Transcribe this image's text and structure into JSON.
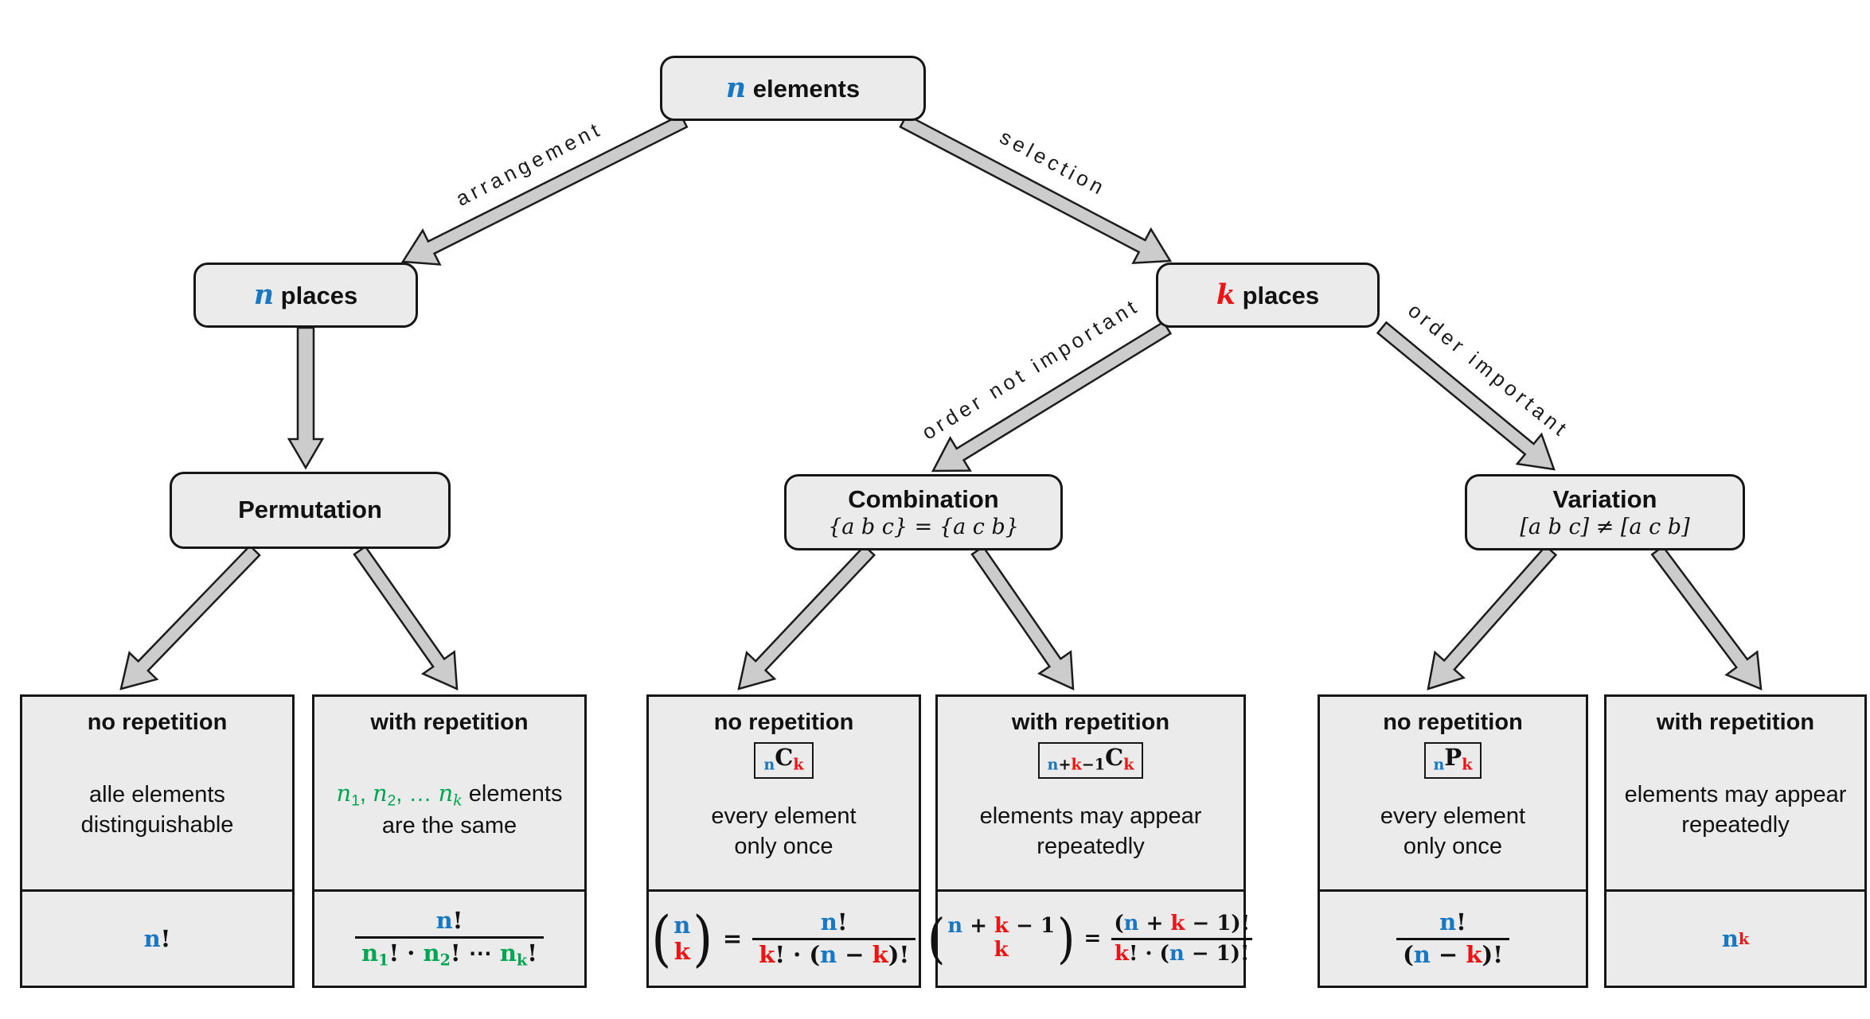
{
  "colors": {
    "blue": "#1978c3",
    "red": "#ee1414",
    "green": "#00a651",
    "box_fill": "#ebebeb",
    "border": "#161616",
    "arrow_fill": "#cccccc",
    "arrow_stroke": "#1c1c1c"
  },
  "nodes": {
    "root": {
      "tokens": [
        {
          "t": "n",
          "c": "blue",
          "v": true
        },
        {
          "t": " elements"
        }
      ]
    },
    "n_places": {
      "tokens": [
        {
          "t": "n",
          "c": "blue",
          "v": true
        },
        {
          "t": " places"
        }
      ]
    },
    "k_places": {
      "tokens": [
        {
          "t": "k",
          "c": "red",
          "v": true
        },
        {
          "t": " places"
        }
      ]
    },
    "permutation": {
      "title": "Permutation"
    },
    "combination": {
      "title": "Combination",
      "subtitle": "{a b c} = {a c b}"
    },
    "variation": {
      "title": "Variation",
      "subtitle": "[a b c] ≠ [a c b]"
    }
  },
  "edges": {
    "arrangement": "arrangement",
    "selection": "selection",
    "order_not_important": "order not important",
    "order_important": "order important"
  },
  "leaves": [
    {
      "id": "permutation-no-repetition",
      "heading": "no repetition",
      "desc": [
        [
          {
            "t": "alle elements"
          }
        ],
        [
          {
            "t": "distinguishable"
          }
        ]
      ],
      "formula": {
        "kind": "tokens",
        "tokens": [
          {
            "t": "n",
            "c": "blue",
            "v": true
          },
          {
            "t": "!"
          }
        ]
      }
    },
    {
      "id": "permutation-with-repetition",
      "heading": "with repetition",
      "desc": [
        [
          {
            "t": "n",
            "c": "green",
            "v": true
          },
          {
            "t": "1",
            "c": "green",
            "sub": true
          },
          {
            "t": ", ",
            "c": "green"
          },
          {
            "t": "n",
            "c": "green",
            "v": true
          },
          {
            "t": "2",
            "c": "green",
            "sub": true
          },
          {
            "t": ", … ",
            "c": "green"
          },
          {
            "t": "n",
            "c": "green",
            "v": true
          },
          {
            "t": "k",
            "c": "green",
            "sub": true,
            "v": true
          },
          {
            "t": " elements"
          }
        ],
        [
          {
            "t": "are the same"
          }
        ]
      ],
      "formula": {
        "kind": "frac",
        "num": [
          {
            "t": "n",
            "c": "blue",
            "v": true
          },
          {
            "t": "!"
          }
        ],
        "den": [
          {
            "t": "n",
            "c": "green",
            "v": true
          },
          {
            "t": "1",
            "c": "green",
            "sub": true
          },
          {
            "t": "! · "
          },
          {
            "t": "n",
            "c": "green",
            "v": true
          },
          {
            "t": "2",
            "c": "green",
            "sub": true
          },
          {
            "t": "! ⋯ "
          },
          {
            "t": "n",
            "c": "green",
            "v": true
          },
          {
            "t": "k",
            "c": "green",
            "sub": true,
            "v": true
          },
          {
            "t": "!"
          }
        ]
      }
    },
    {
      "id": "combination-no-repetition",
      "heading": "no repetition",
      "badge": [
        {
          "t": "n",
          "c": "blue",
          "sub": true,
          "v": true
        },
        {
          "t": "C",
          "v": true
        },
        {
          "t": "k",
          "c": "red",
          "sub": true,
          "v": true
        }
      ],
      "desc": [
        [
          {
            "t": "every element"
          }
        ],
        [
          {
            "t": "only once"
          }
        ]
      ],
      "formula": {
        "kind": "row",
        "items": [
          {
            "kind": "binom",
            "top": [
              {
                "t": "n",
                "c": "blue",
                "v": true
              }
            ],
            "bottom": [
              {
                "t": "k",
                "c": "red",
                "v": true
              }
            ]
          },
          {
            "kind": "tokens",
            "tokens": [
              {
                "t": " = "
              }
            ]
          },
          {
            "kind": "frac",
            "num": [
              {
                "t": "n",
                "c": "blue",
                "v": true
              },
              {
                "t": "!"
              }
            ],
            "den": [
              {
                "t": "k",
                "c": "red",
                "v": true
              },
              {
                "t": "! · ("
              },
              {
                "t": "n",
                "c": "blue",
                "v": true
              },
              {
                "t": " − "
              },
              {
                "t": "k",
                "c": "red",
                "v": true
              },
              {
                "t": ")!"
              }
            ]
          }
        ]
      }
    },
    {
      "id": "combination-with-repetition",
      "heading": "with repetition",
      "badge": [
        {
          "t": "n",
          "c": "blue",
          "sub": true,
          "v": true
        },
        {
          "t": "+",
          "sub": true
        },
        {
          "t": "k",
          "c": "red",
          "sub": true,
          "v": true
        },
        {
          "t": "−1",
          "sub": true
        },
        {
          "t": "C",
          "v": true
        },
        {
          "t": "k",
          "c": "red",
          "sub": true,
          "v": true
        }
      ],
      "desc": [
        [
          {
            "t": "elements may appear"
          }
        ],
        [
          {
            "t": "repeatedly"
          }
        ]
      ],
      "formula": {
        "kind": "row",
        "items": [
          {
            "kind": "binom",
            "top": [
              {
                "t": "n",
                "c": "blue",
                "v": true
              },
              {
                "t": " + "
              },
              {
                "t": "k",
                "c": "red",
                "v": true
              },
              {
                "t": " − 1"
              }
            ],
            "bottom": [
              {
                "t": "k",
                "c": "red",
                "v": true
              }
            ]
          },
          {
            "kind": "tokens",
            "tokens": [
              {
                "t": " = "
              }
            ]
          },
          {
            "kind": "frac",
            "num": [
              {
                "t": "("
              },
              {
                "t": "n",
                "c": "blue",
                "v": true
              },
              {
                "t": " + "
              },
              {
                "t": "k",
                "c": "red",
                "v": true
              },
              {
                "t": " − 1)!"
              }
            ],
            "den": [
              {
                "t": "k",
                "c": "red",
                "v": true
              },
              {
                "t": "! · ("
              },
              {
                "t": "n",
                "c": "blue",
                "v": true
              },
              {
                "t": " − 1)!"
              }
            ]
          }
        ]
      }
    },
    {
      "id": "variation-no-repetition",
      "heading": "no repetition",
      "badge": [
        {
          "t": "n",
          "c": "blue",
          "sub": true,
          "v": true
        },
        {
          "t": "P",
          "v": true
        },
        {
          "t": "k",
          "c": "red",
          "sub": true,
          "v": true
        }
      ],
      "desc": [
        [
          {
            "t": "every element"
          }
        ],
        [
          {
            "t": "only once"
          }
        ]
      ],
      "formula": {
        "kind": "frac",
        "num": [
          {
            "t": "n",
            "c": "blue",
            "v": true
          },
          {
            "t": "!"
          }
        ],
        "den": [
          {
            "t": "("
          },
          {
            "t": "n",
            "c": "blue",
            "v": true
          },
          {
            "t": " − "
          },
          {
            "t": "k",
            "c": "red",
            "v": true
          },
          {
            "t": ")!"
          }
        ]
      }
    },
    {
      "id": "variation-with-repetition",
      "heading": "with repetition",
      "desc": [
        [
          {
            "t": "elements may appear"
          }
        ],
        [
          {
            "t": "repeatedly"
          }
        ]
      ],
      "formula": {
        "kind": "tokens",
        "tokens": [
          {
            "t": "n",
            "c": "blue",
            "v": true
          },
          {
            "t": "k",
            "c": "red",
            "sup": true,
            "v": true
          }
        ]
      }
    }
  ]
}
